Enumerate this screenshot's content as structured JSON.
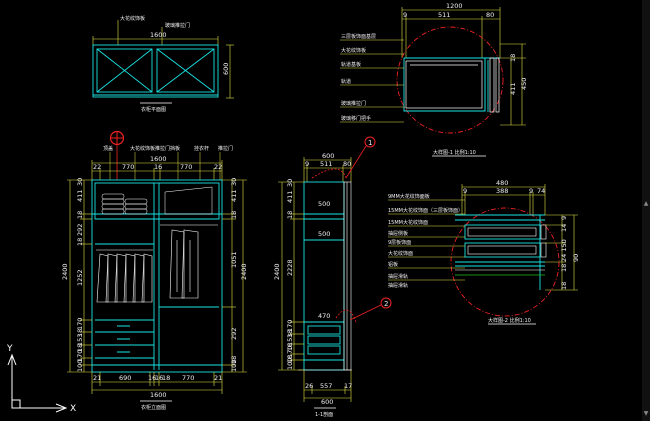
{
  "top_view": {
    "labels": [
      "大花纹饰板",
      "玻璃推拉门"
    ],
    "dim_width": "1600",
    "dim_height": "600",
    "title": "衣柜平面图"
  },
  "front_view": {
    "top_labels": [
      "顶盖",
      "大花纹饰板",
      "推拉门挡板",
      "挂衣杆",
      "推拉门"
    ],
    "dim_total_top": "1600",
    "dim_top_segments": [
      "22",
      "770",
      "16",
      "770",
      "22"
    ],
    "dim_bottom_segments": [
      "21",
      "690",
      "16",
      "16",
      "18",
      "770",
      "21"
    ],
    "dim_total_bottom": "1600",
    "left_dims": [
      "30",
      "411",
      "18",
      "292",
      "18",
      "1252",
      "170",
      "18",
      "153",
      "18",
      "170",
      "100"
    ],
    "left_total": "2400",
    "right_dims": [
      "30",
      "411",
      "18",
      "1051",
      "292",
      "18",
      "100"
    ],
    "right_total": "2400",
    "title": "衣柜立面图"
  },
  "section_view": {
    "dim_top": "600",
    "dim_top_segments": [
      "9",
      "511",
      "80"
    ],
    "inner_dims": [
      "500",
      "500",
      "470"
    ],
    "left_dims": [
      "30",
      "411",
      "18",
      "2228",
      "170",
      "18",
      "153",
      "18",
      "170",
      "18",
      "100"
    ],
    "left_total": "2400",
    "dim_bottom_segments": [
      "26",
      "557",
      "17"
    ],
    "dim_bottom_total": "600",
    "markers": [
      "1",
      "2"
    ],
    "title": "1-1剖面"
  },
  "detail1": {
    "dim_top": "1200",
    "dim_top_segments": [
      "9",
      "511",
      "80"
    ],
    "labels": [
      "三层板饰面基层",
      "大花纹饰板",
      "轨道基板",
      "轨道",
      "玻璃推拉门",
      "玻璃移门把手"
    ],
    "right_dims": [
      "18",
      "411",
      "450"
    ],
    "title": "大样图-1 比例1:10"
  },
  "detail2": {
    "dim_top": "480",
    "dim_top_segments": [
      "9",
      "388",
      "9",
      "74"
    ],
    "labels": [
      "9MM大花纹饰面板",
      "15MM大花纹饰面（三层板饰面）",
      "15MM大花纹饰面",
      "抽屉侧板",
      "9层板饰面",
      "大花纹饰面",
      "铝板",
      "抽屉滑轨",
      "抽屉滑轨"
    ],
    "right_dims": [
      "9",
      "14",
      "24 150",
      "90",
      "18",
      "18"
    ],
    "title": "大样图-2 比例1:10"
  },
  "ucs": {
    "x_label": "X",
    "y_label": "Y"
  },
  "colors": {
    "background": "#000000",
    "cabinet": "#19e3e3",
    "dimension": "#e3e347",
    "leader_red": "#ee2222",
    "white": "#ffffff",
    "green": "#22c022"
  }
}
